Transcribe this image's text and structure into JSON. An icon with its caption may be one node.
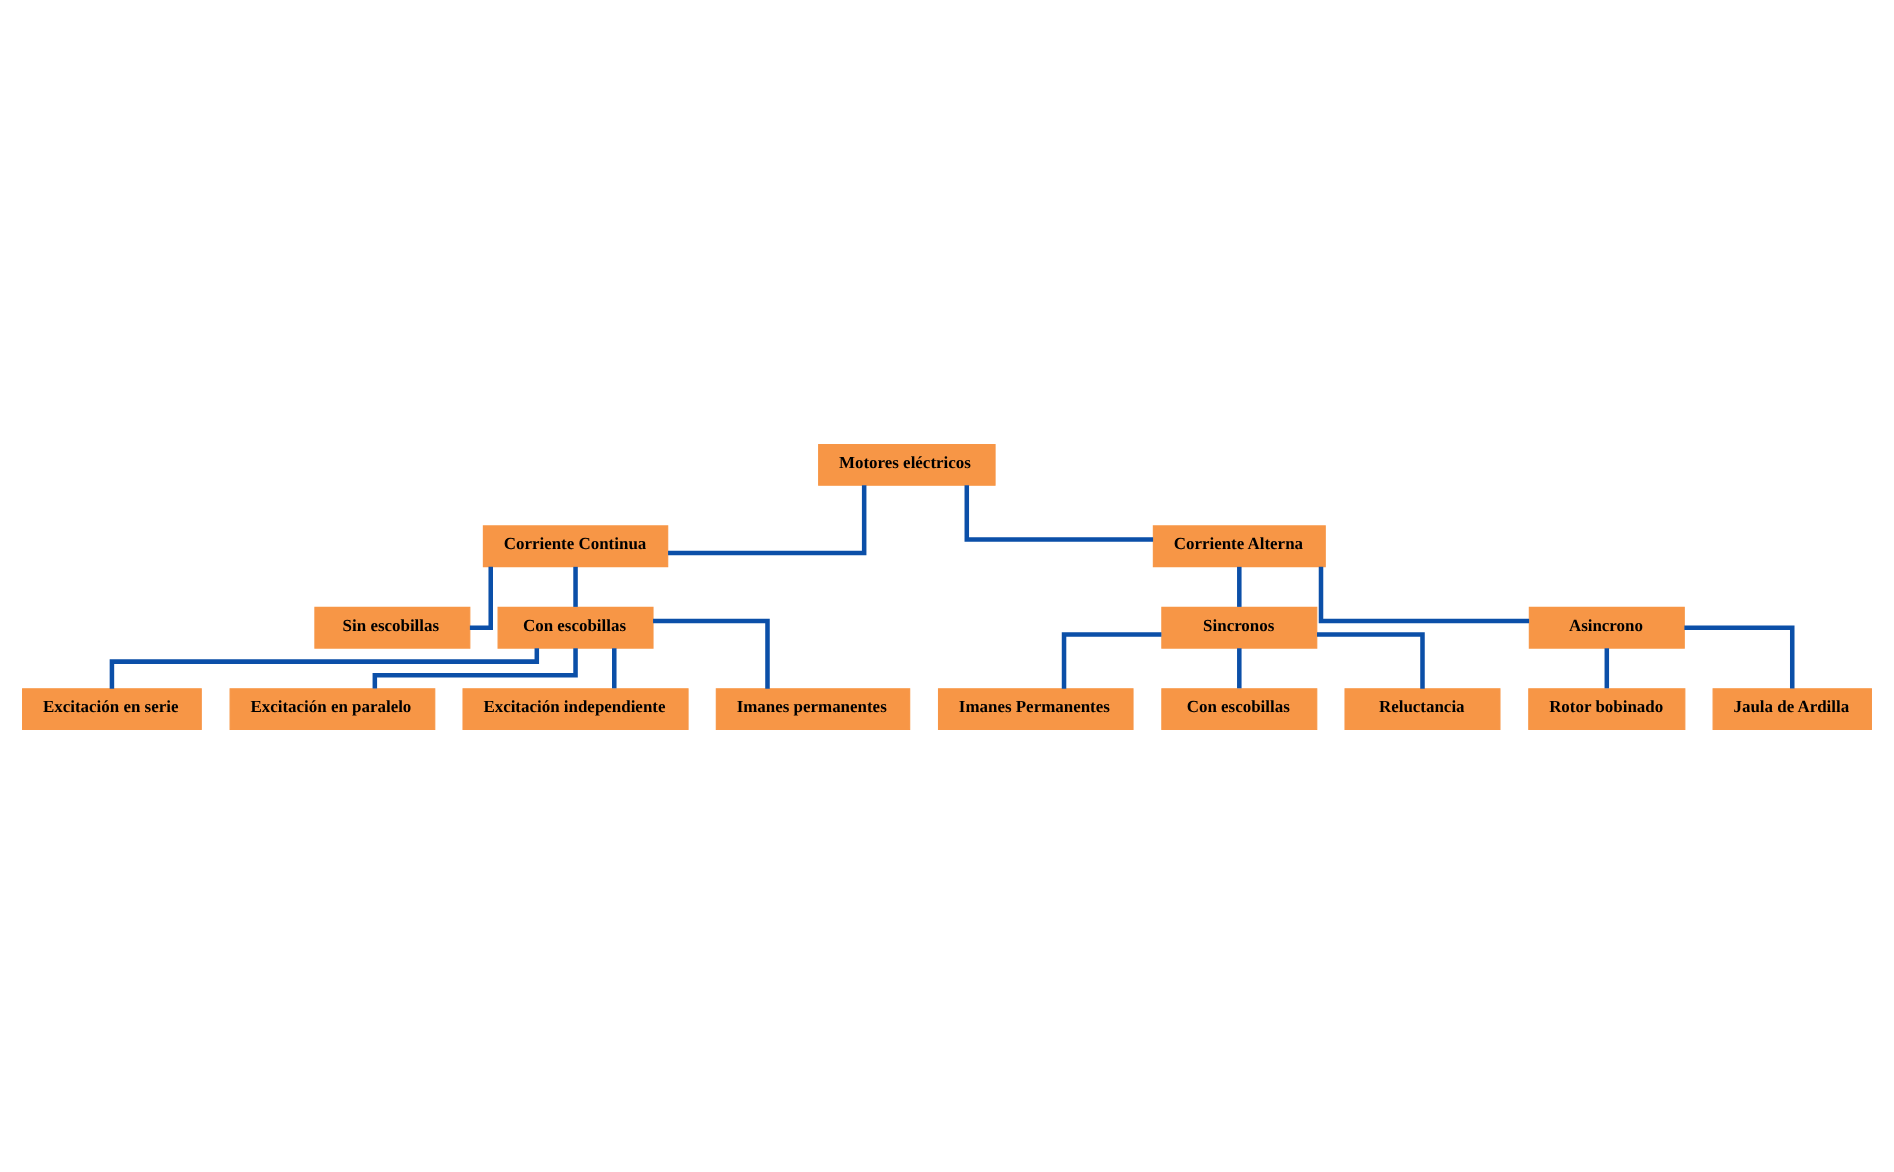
{
  "diagram": {
    "nodes": [
      {
        "text": [
          "Motores eléctricos"
        ]
      },
      {
        "text": [
          "Corriente Continua"
        ]
      },
      {
        "text": [
          "Corriente Alterna"
        ]
      },
      {
        "text": [
          "Sin escobillas"
        ]
      },
      {
        "text": [
          "Con escobillas"
        ]
      },
      {
        "text": [
          "Sincronos"
        ]
      },
      {
        "text": [
          "Asincrono"
        ]
      },
      {
        "text": [
          "Excitación en serie"
        ]
      },
      {
        "text": [
          "Excitación en paralelo"
        ]
      },
      {
        "text": [
          "Excitación independiente"
        ]
      },
      {
        "text": [
          "Imanes permanentes"
        ]
      },
      {
        "text": [
          "Imanes Permanentes"
        ]
      },
      {
        "text": [
          "Con escobillas"
        ]
      },
      {
        "text": [
          "Reluctancia"
        ]
      },
      {
        "text": [
          "Rotor bobinado"
        ]
      },
      {
        "text": [
          "Jaula de Ardilla"
        ]
      }
    ],
    "edges": [
      {
        "from": 0,
        "to": 1,
        "arrow": "none"
      },
      {
        "from": 0,
        "to": 2,
        "arrow": "none"
      },
      {
        "from": 1,
        "to": 3,
        "arrow": "none"
      },
      {
        "from": 1,
        "to": 4,
        "arrow": "none"
      },
      {
        "from": 2,
        "to": 5,
        "arrow": "none"
      },
      {
        "from": 2,
        "to": 6,
        "arrow": "none"
      },
      {
        "from": 4,
        "to": 7,
        "arrow": "none"
      },
      {
        "from": 4,
        "to": 8,
        "arrow": "none"
      },
      {
        "from": 4,
        "to": 9,
        "arrow": "none"
      },
      {
        "from": 4,
        "to": 10,
        "arrow": "none"
      },
      {
        "from": 5,
        "to": 11,
        "arrow": "none"
      },
      {
        "from": 5,
        "to": 12,
        "arrow": "none"
      },
      {
        "from": 5,
        "to": 13,
        "arrow": "none"
      },
      {
        "from": 6,
        "to": 14,
        "arrow": "none"
      },
      {
        "from": 6,
        "to": 15,
        "arrow": "none"
      }
    ]
  }
}
